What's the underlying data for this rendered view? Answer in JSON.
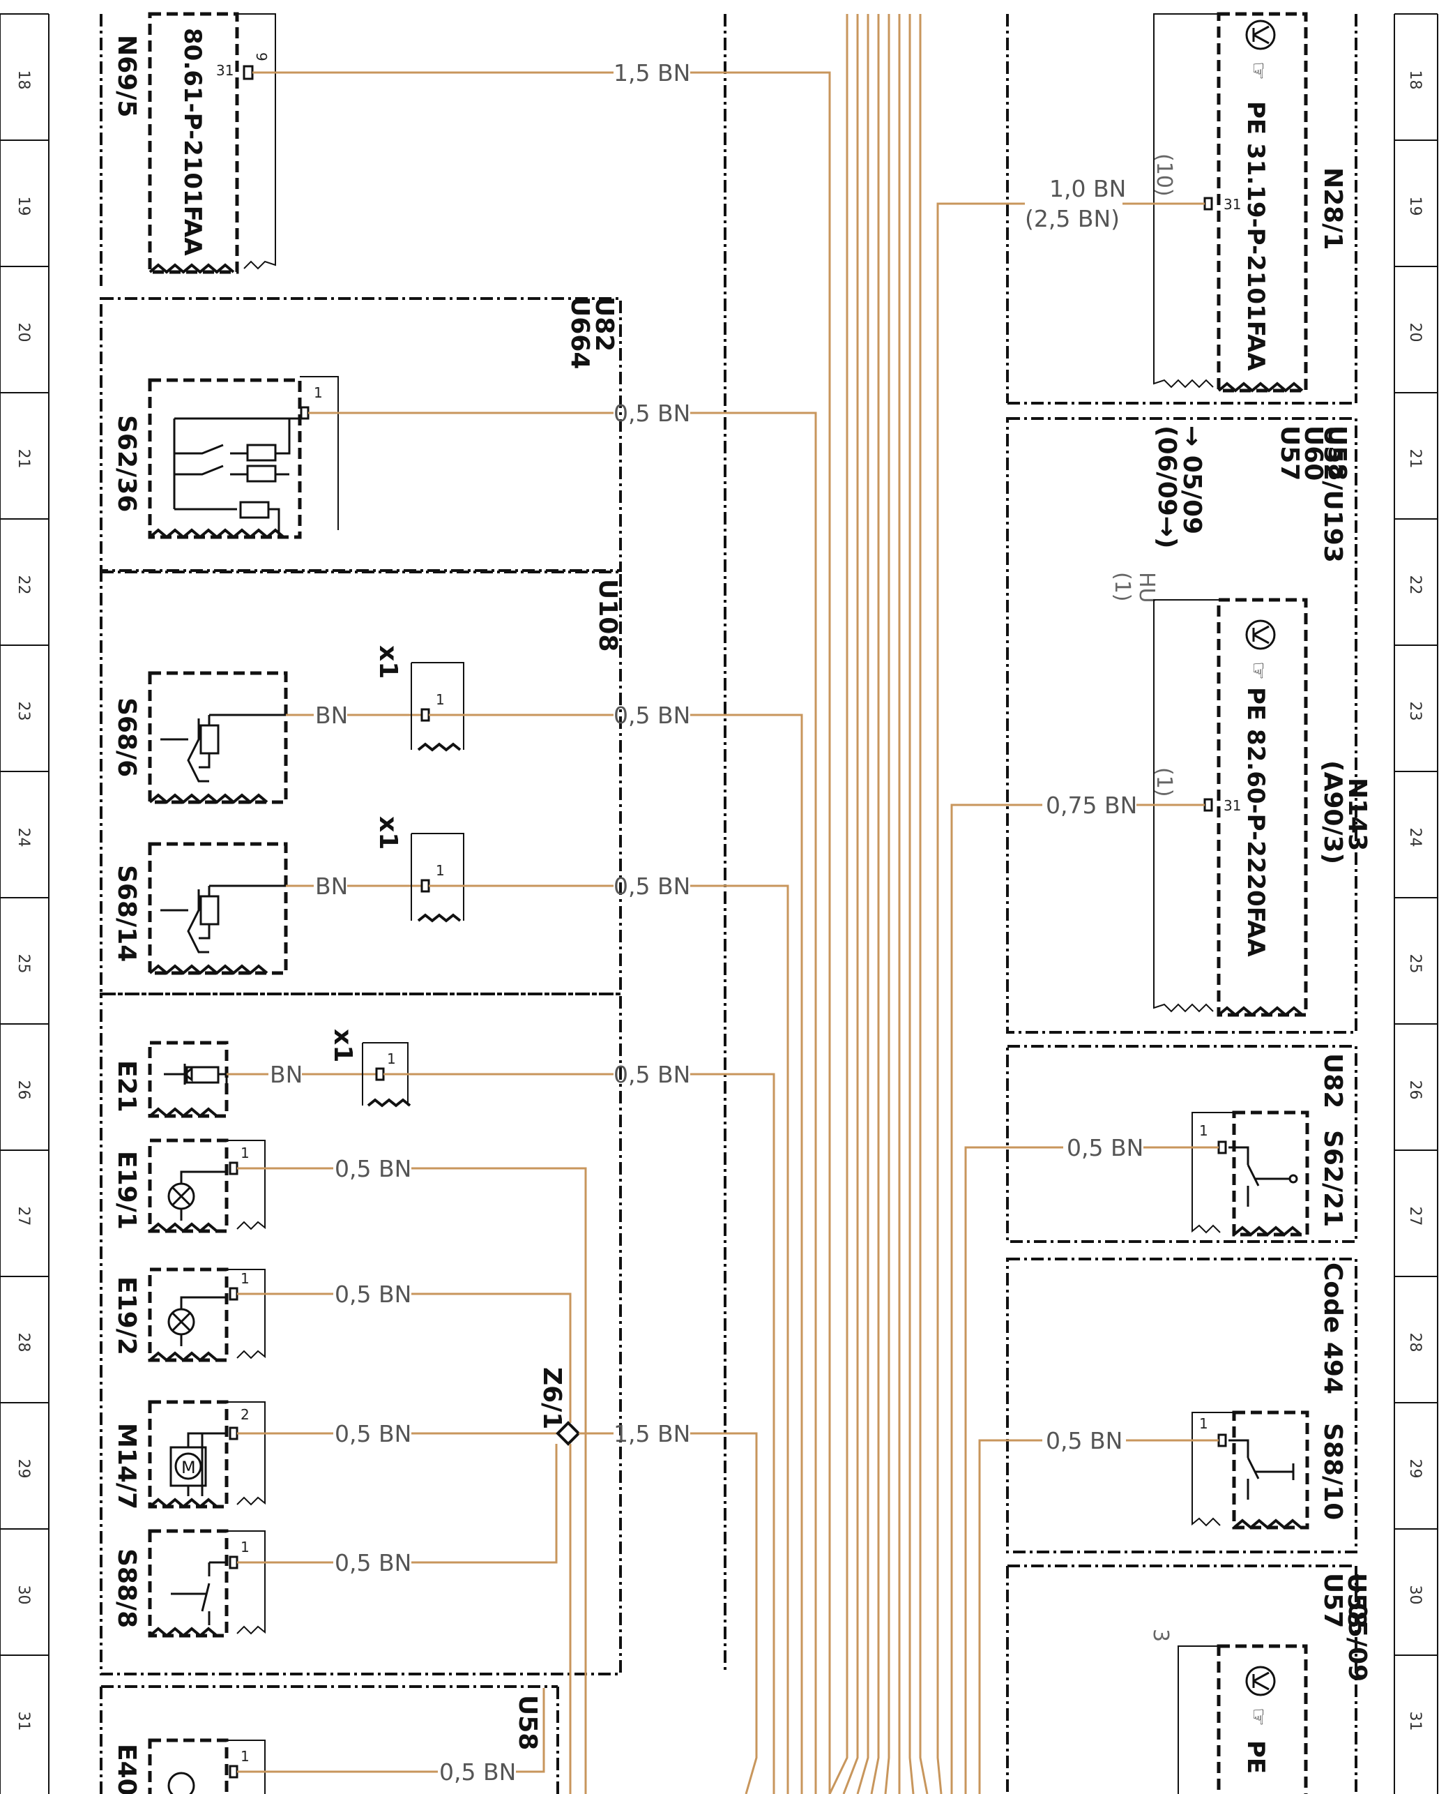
{
  "wire_color": "#c8965c",
  "ruler_numbers": [
    "18",
    "19",
    "20",
    "21",
    "22",
    "23",
    "24",
    "25",
    "26",
    "27",
    "28",
    "29",
    "30",
    "31"
  ],
  "modules": {
    "n69_5": {
      "ref": "N69/5",
      "part": "80.61-P-2101FAA",
      "pin": "31",
      "pin_alt": "9"
    },
    "u664": {
      "codes": "U664\nU82"
    },
    "s62_36": {
      "ref": "S62/36",
      "pin": "1"
    },
    "u108": {
      "code": "U108"
    },
    "s68_6": {
      "ref": "S68/6",
      "connector": "x1",
      "pin": "1"
    },
    "s68_14": {
      "ref": "S68/14",
      "connector": "x1",
      "pin": "1"
    },
    "e21": {
      "ref": "E21",
      "connector": "x1",
      "pin": "1"
    },
    "e19_1": {
      "ref": "E19/1",
      "pin": "1"
    },
    "e19_2": {
      "ref": "E19/2",
      "pin": "1"
    },
    "m14_7": {
      "ref": "M14/7",
      "pin": "2"
    },
    "s88_8": {
      "ref": "S88/8",
      "pin": "1"
    },
    "z6_1": {
      "ref": "Z6/1"
    },
    "u58_bottom": {
      "code": "U58"
    },
    "e40": {
      "ref": "E40",
      "pin": "1"
    },
    "n28_1": {
      "ref": "N28/1",
      "part": "PE 31.19-P-2101FAA",
      "pin": "31",
      "pin_alt": "(10)"
    },
    "u52": {
      "codes": "U52/U193",
      "sub": "U57\nU60\nU58",
      "note1": "→ 05/09",
      "note2": "(06/09→)",
      "hu": "HU",
      "hu_pin": "(1)"
    },
    "n143": {
      "ref": "N143",
      "alt": "(A90/3)",
      "part": "PE 82.60-P-2220FAA",
      "pin": "31",
      "pin_alt": "(1)"
    },
    "s62_21": {
      "ref": "S62/21",
      "code": "U82",
      "pin": "1"
    },
    "s88_10": {
      "ref": "S88/10",
      "code": "Code 494",
      "pin": "1"
    },
    "u57_bottom": {
      "codes": "U57\nU58",
      "note": "→ 05/09",
      "pin": "3",
      "part": "PE"
    }
  },
  "wires": {
    "w_n69": "1,5 BN",
    "w_s62_36": "0,5 BN",
    "w_s68_6_a": "BN",
    "w_s68_6_b": "0,5 BN",
    "w_s68_14_a": "BN",
    "w_s68_14_b": "0,5 BN",
    "w_e21_a": "BN",
    "w_e21_b": "0,5 BN",
    "w_e19_1": "0,5 BN",
    "w_e19_2": "0,5 BN",
    "w_m14_7": "0,5 BN",
    "w_z6": "1,5 BN",
    "w_s88_8": "0,5 BN",
    "w_e40": "0,5 BN",
    "w_n28_a": "1,0 BN",
    "w_n28_b": "(2,5 BN)",
    "w_n143": "0,75 BN",
    "w_s62_21": "0,5 BN",
    "w_s88_10": "0,5 BN"
  }
}
